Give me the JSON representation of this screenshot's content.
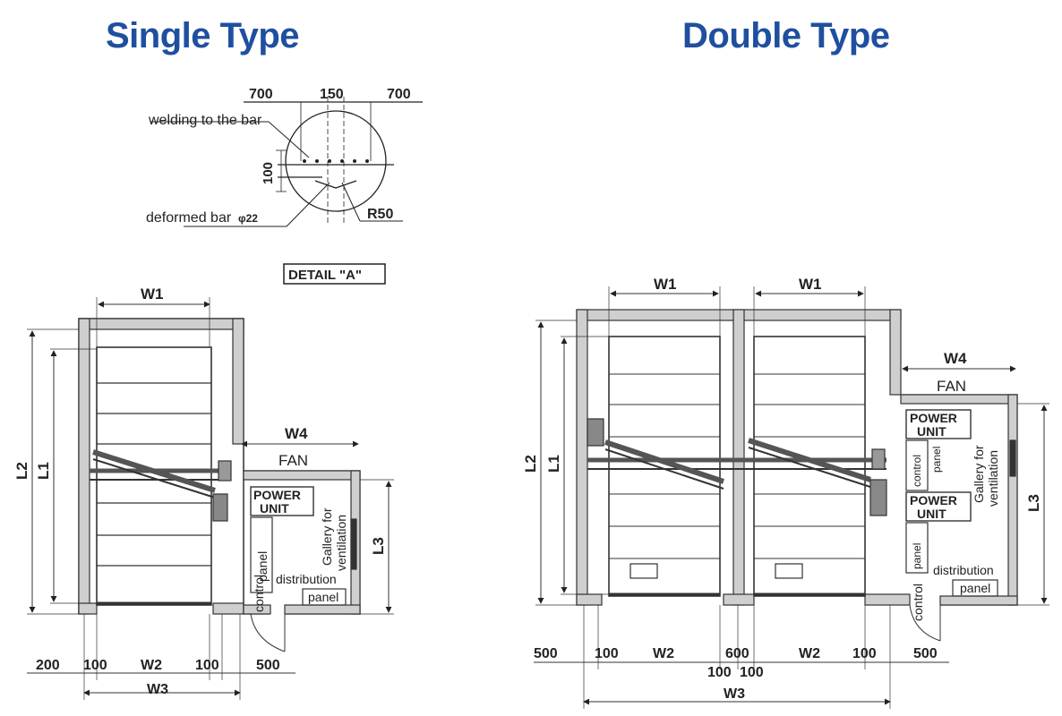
{
  "titles": {
    "single": "Single Type",
    "double": "Double Type"
  },
  "detail": {
    "dim_700_left": "700",
    "dim_150": "150",
    "dim_700_right": "700",
    "welding_note": "welding to the bar",
    "dim_100": "100",
    "deformed_bar_note": "deformed bar",
    "bar_size": "φ22",
    "radius": "R50",
    "detail_tag": "DETAIL \"A\""
  },
  "single": {
    "W1": "W1",
    "W4": "W4",
    "L1": "L1",
    "L2": "L2",
    "L3": "L3",
    "fan": "FAN",
    "power": "POWER",
    "unit": "UNIT",
    "control": "control",
    "panel": "panel",
    "gallery": "Gallery for",
    "ventilation": "ventilation",
    "distribution": "distribution",
    "panel2": "panel",
    "dim_200": "200",
    "dim_100a": "100",
    "W2": "W2",
    "dim_100b": "100",
    "dim_500": "500",
    "W3": "W3"
  },
  "double": {
    "W1a": "W1",
    "W1b": "W1",
    "W4": "W4",
    "L1": "L1",
    "L2": "L2",
    "L3": "L3",
    "fan": "FAN",
    "power1": "POWER",
    "unit1": "UNIT",
    "control1": "control",
    "panel1": "panel",
    "power2": "POWER",
    "unit2": "UNIT",
    "control2": "control",
    "panel2": "panel",
    "gallery": "Gallery for",
    "ventilation": "ventilation",
    "distribution": "distribution",
    "panel3": "panel",
    "dim_500a": "500",
    "dim_100a": "100",
    "W2a": "W2",
    "dim_600": "600",
    "dim_100b": "100",
    "dim_100c": "100",
    "W2b": "W2",
    "dim_100d": "100",
    "dim_500b": "500",
    "W3": "W3"
  }
}
